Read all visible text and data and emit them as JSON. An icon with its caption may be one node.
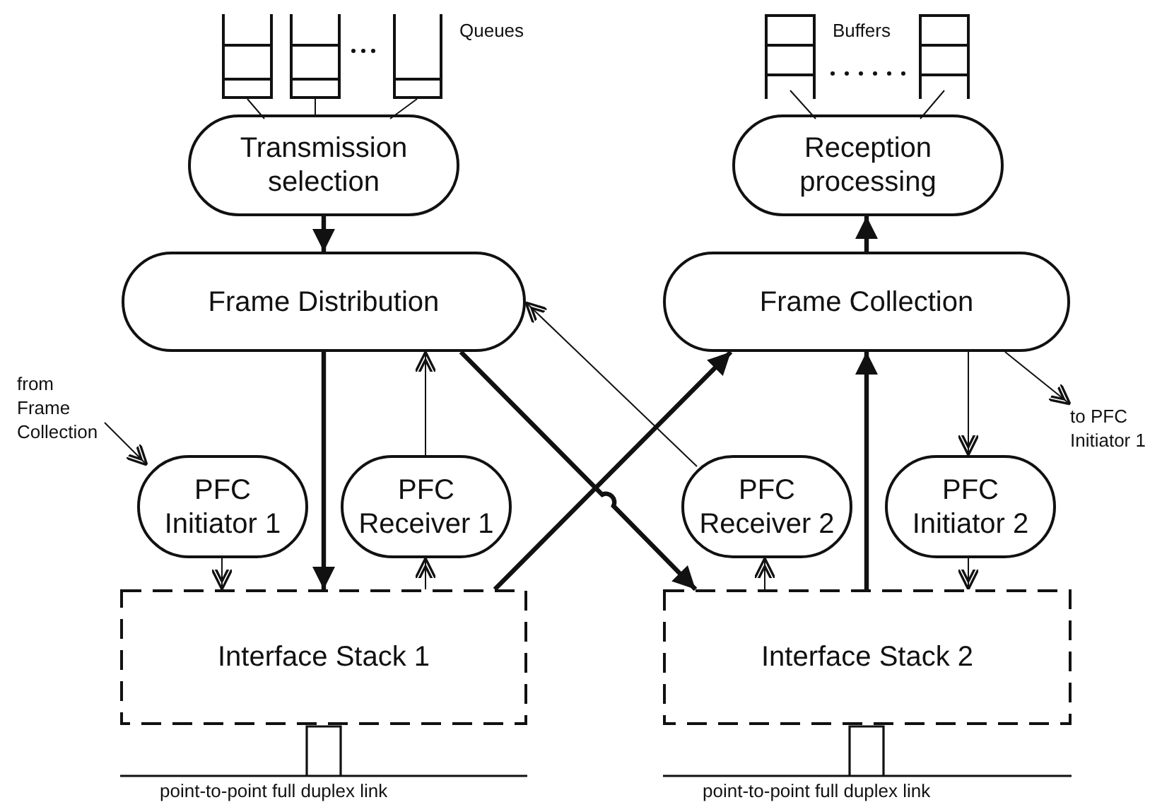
{
  "diagram": {
    "nodes": [
      {
        "text": [
          "Transmission selection"
        ]
      },
      {
        "text": [
          "Reception processing"
        ]
      },
      {
        "text": [
          "Frame Distribution"
        ]
      },
      {
        "text": [
          "Frame Collection"
        ]
      },
      {
        "text": [
          "PFC Initiator 1"
        ]
      },
      {
        "text": [
          "PFC Receiver 1"
        ]
      },
      {
        "text": [
          "PFC Receiver 2"
        ]
      },
      {
        "text": [
          "PFC Initiator 2"
        ]
      },
      {
        "text": [
          "Interface Stack 1"
        ]
      },
      {
        "text": [
          "Interface Stack 2"
        ]
      },
      {
        "text": [
          "from Frame Collection"
        ]
      },
      {
        "text": [
          "to PFC Initiator 1"
        ]
      },
      {
        "text": [],
        "shape": "queue"
      },
      {
        "text": [],
        "shape": "queue"
      },
      {
        "text": [],
        "shape": "queue"
      },
      {
        "text": [],
        "shape": "queue"
      },
      {
        "text": [],
        "shape": "queue"
      }
    ],
    "edges": [
      {
        "from": 0,
        "to": 2,
        "arrow": "to",
        "style": "thick"
      },
      {
        "from": 2,
        "to": 8,
        "arrow": "to",
        "style": "thick"
      },
      {
        "from": 8,
        "to": 3,
        "arrow": "to",
        "style": "thick"
      },
      {
        "from": 2,
        "to": 9,
        "arrow": "to",
        "style": "thick"
      },
      {
        "from": 9,
        "to": 3,
        "arrow": "to",
        "style": "thick"
      },
      {
        "from": 3,
        "to": 1,
        "arrow": "to",
        "style": "thick"
      },
      {
        "from": 4,
        "to": 8,
        "arrow": "to"
      },
      {
        "from": 8,
        "to": 5,
        "arrow": "to"
      },
      {
        "from": 5,
        "to": 2,
        "arrow": "to"
      },
      {
        "from": 6,
        "to": 2,
        "arrow": "to"
      },
      {
        "from": 9,
        "to": 6,
        "arrow": "to"
      },
      {
        "from": 3,
        "to": 7,
        "arrow": "to"
      },
      {
        "from": 7,
        "to": 9,
        "arrow": "to"
      },
      {
        "from": 10,
        "to": 4,
        "arrow": "to"
      },
      {
        "from": 3,
        "to": 11,
        "arrow": "to"
      },
      {
        "from": 12,
        "to": 0,
        "arrow": "none"
      },
      {
        "from": 13,
        "to": 0,
        "arrow": "none"
      },
      {
        "from": 14,
        "to": 0,
        "arrow": "none"
      },
      {
        "from": 1,
        "to": 15,
        "arrow": "none"
      },
      {
        "from": 1,
        "to": 16,
        "arrow": "none"
      }
    ],
    "labels": [
      "Queues",
      "Buffers",
      "point-to-point full duplex link",
      "point-to-point full duplex link"
    ]
  }
}
